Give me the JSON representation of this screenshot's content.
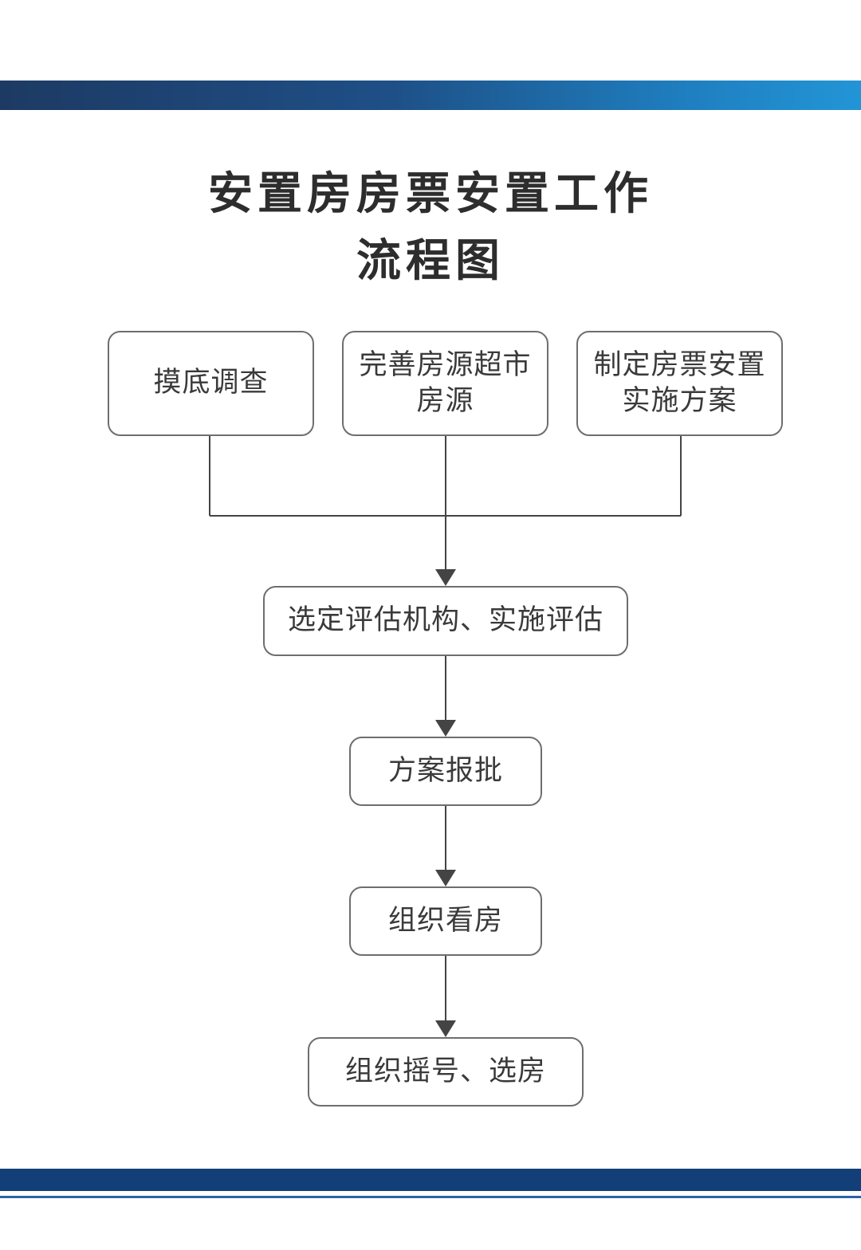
{
  "title": {
    "line1": "安置房房票安置工作",
    "line2": "流程图"
  },
  "top_steps": [
    {
      "lines": [
        "摸底调查"
      ]
    },
    {
      "lines": [
        "完善房源超市",
        "房源"
      ]
    },
    {
      "lines": [
        "制定房票安置",
        "实施方案"
      ]
    }
  ],
  "steps": [
    {
      "label": "选定评估机构、实施评估"
    },
    {
      "label": "方案报批"
    },
    {
      "label": "组织看房"
    },
    {
      "label": "组织摇号、选房"
    }
  ],
  "colors": {
    "header_band_start": "#1d3a63",
    "header_band_end": "#2295d6",
    "footer_band": "#123f78",
    "box_border": "#6e6e6e",
    "connector": "#444444"
  }
}
